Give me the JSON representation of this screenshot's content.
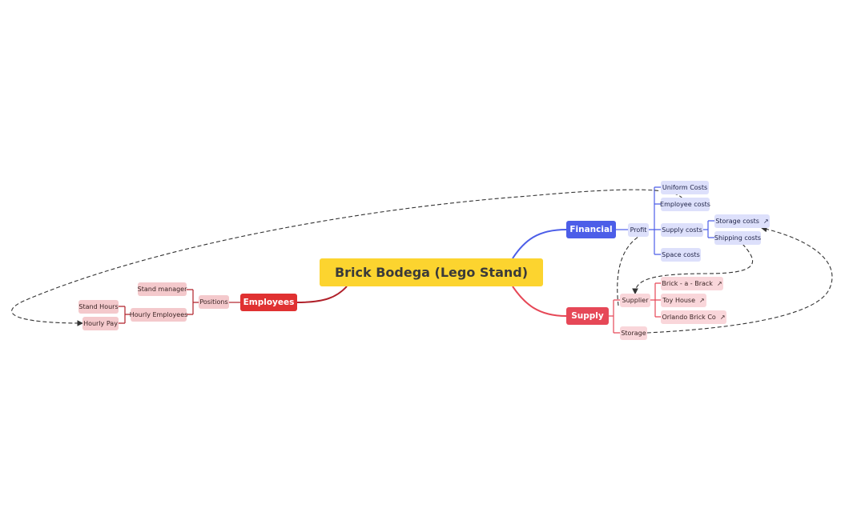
{
  "root": {
    "label": "Brick Bodega (Lego Stand)"
  },
  "branches": {
    "employees": {
      "label": "Employees",
      "positions": {
        "label": "Positions",
        "stand_manager": "Stand manager",
        "hourly_employees": {
          "label": "Hourly Employees",
          "stand_hours": "Stand Hours",
          "hourly_pay": "Hourly Pay"
        }
      }
    },
    "financial": {
      "label": "Financial",
      "profit": "Profit",
      "uniform_costs": "Uniform Costs",
      "employee_costs": "Employee costs",
      "supply_costs": {
        "label": "Supply costs",
        "storage_costs": "Storage costs",
        "shipping_costs": "Shipping costs"
      },
      "space_costs": "Space costs"
    },
    "supply": {
      "label": "Supply",
      "supplier": {
        "label": "Supplier",
        "items": [
          "Brick - a - Brack",
          "Toy House",
          "Orlando Brick Co"
        ]
      },
      "storage": "Storage"
    }
  },
  "icons": {
    "link": "external-link-icon",
    "arrowhead": "arrowhead-icon"
  },
  "colors": {
    "root": "#fcd42f",
    "employees": "#e03131",
    "supply": "#e64857",
    "financial": "#4c5ee8",
    "dashed_link": "#333333"
  }
}
